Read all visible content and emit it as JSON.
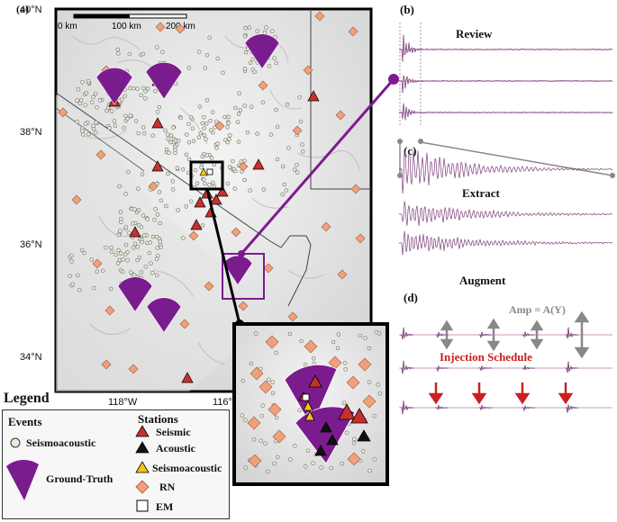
{
  "panel_labels": {
    "a": "(a)",
    "b": "(b)",
    "c": "(c)",
    "d": "(d)"
  },
  "map": {
    "lat_labels": [
      "40°N",
      "38°N",
      "36°N",
      "34°N"
    ],
    "lon_labels": [
      "118°W",
      "116°W"
    ],
    "scale_labels": [
      "0 km",
      "100 km",
      "200 km"
    ]
  },
  "stages": {
    "review": "Review",
    "extract": "Extract",
    "augment": "Augment"
  },
  "augment_labels": {
    "amp": "Amp = A(Y)",
    "schedule": "Injection Schedule"
  },
  "legend": {
    "title": "Legend",
    "events_header": "Events",
    "stations_header": "Stations",
    "items": {
      "seismoacoustic_event": "Seismoacoustic",
      "ground_truth": "Ground-Truth",
      "seismic": "Seismic",
      "acoustic": "Acoustic",
      "seismoacoustic_station": "Seismoacoustic",
      "rn": "RN",
      "em": "EM"
    }
  },
  "colors": {
    "ground_truth": "#7b1c8e",
    "seismic": "#c8302e",
    "acoustic": "#111111",
    "seismoacoustic_station": "#f2c21b",
    "rn": "#f0a07a",
    "event_dot": "#e8ecd8",
    "waveform": "#7d3f7a",
    "schedule_arrow": "#cc1f1f",
    "amp_arrow": "#888888"
  }
}
